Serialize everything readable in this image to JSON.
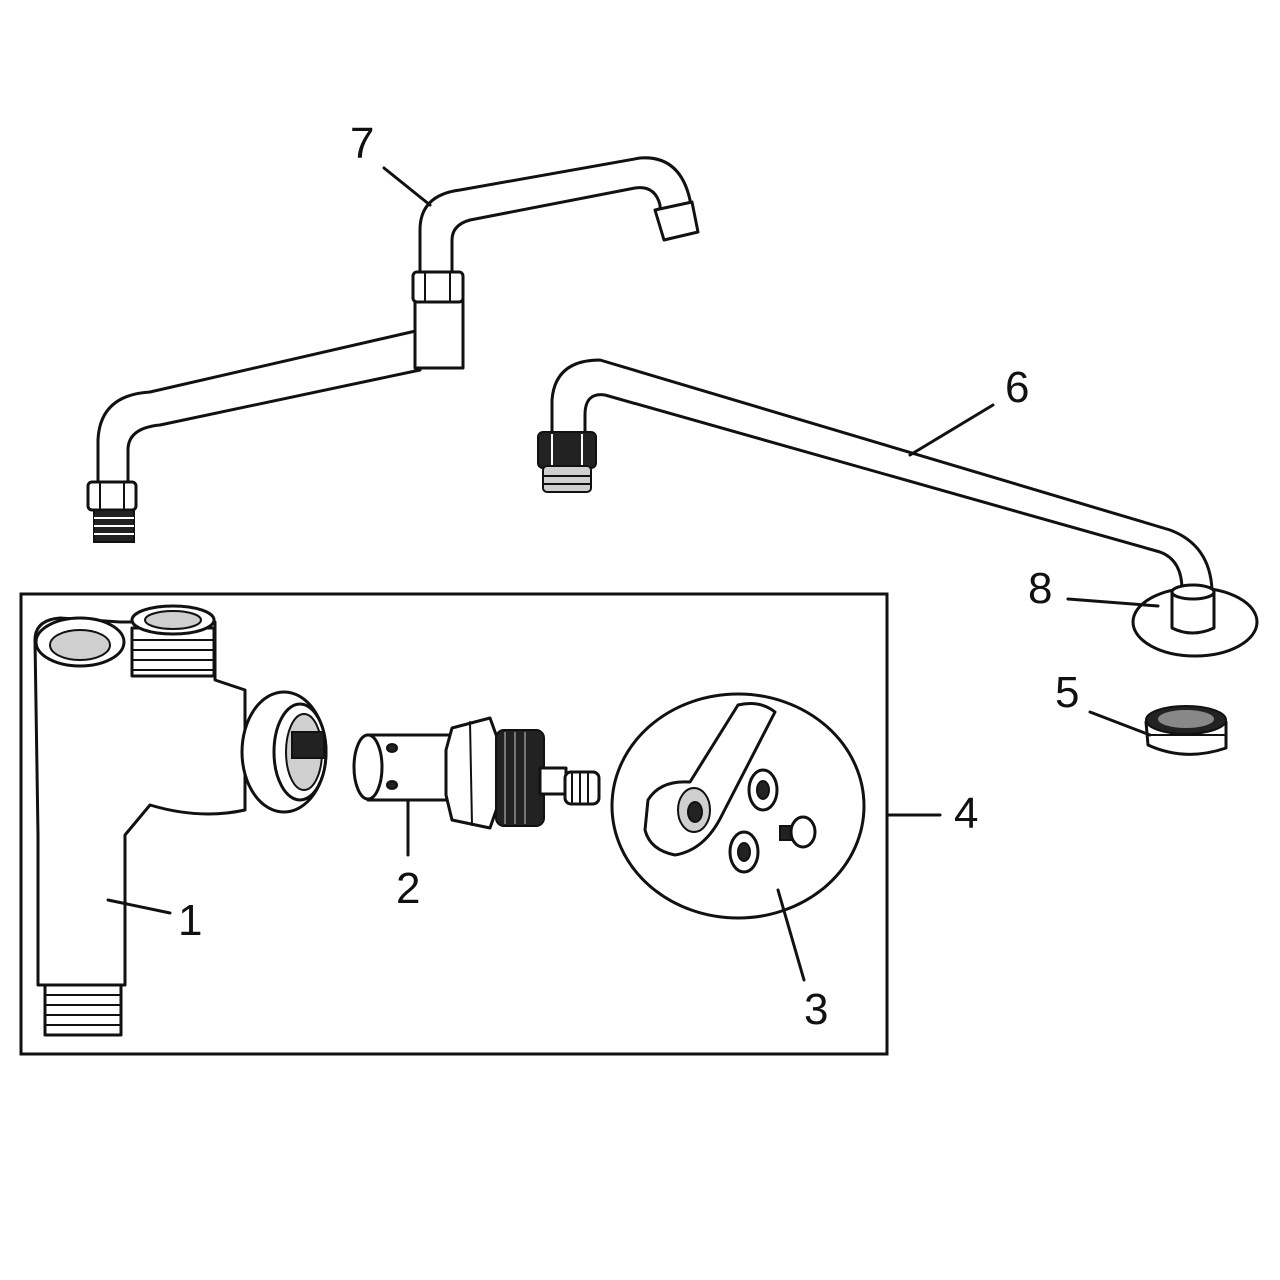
{
  "callouts": {
    "c1": "1",
    "c2": "2",
    "c3": "3",
    "c4": "4",
    "c5": "5",
    "c6": "6",
    "c7": "7",
    "c8": "8"
  },
  "colors": {
    "ink": "#111111",
    "background": "#ffffff"
  }
}
